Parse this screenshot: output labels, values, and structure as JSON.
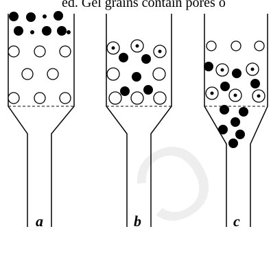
{
  "header_text": "ed. Gel grains contain pores o",
  "panels": [
    {
      "label": "a",
      "description": "column with large molecules at top and small molecules entering pores"
    },
    {
      "label": "b",
      "description": "column showing beads with molecules entering pores"
    },
    {
      "label": "c",
      "description": "column showing separation with molecules exiting"
    }
  ]
}
